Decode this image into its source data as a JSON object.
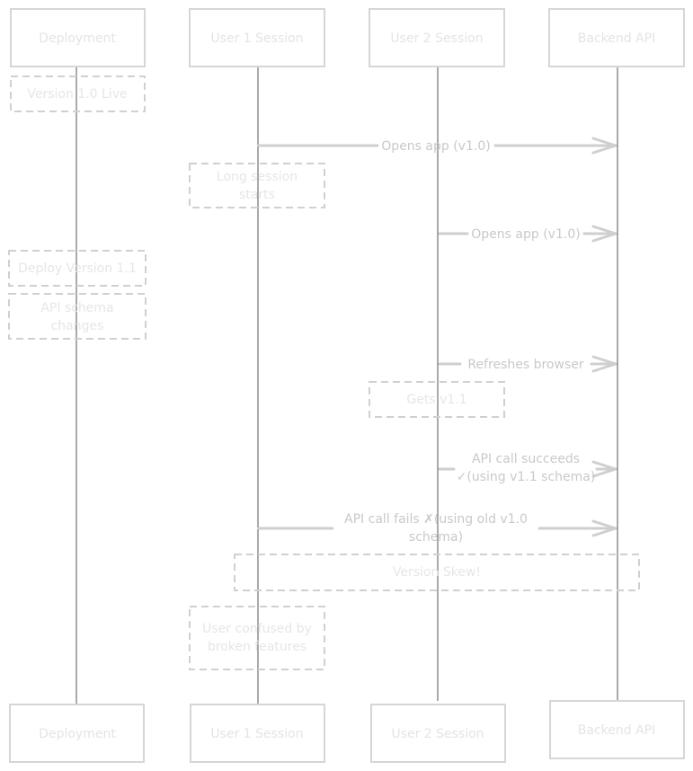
{
  "actors": {
    "deployment": "Deployment",
    "user1": "User 1 Session",
    "user2": "User 2 Session",
    "backend": "Backend API"
  },
  "notes": {
    "version_live": "Version 1.0 Live",
    "long_session_1": "Long session",
    "long_session_2": "starts",
    "deploy_version": "Deploy Version 1.1",
    "schema_changes_1": "API schema",
    "schema_changes_2": "changes",
    "gets_version": "Gets v1.1",
    "version_skew": "Version Skew!",
    "confused_1": "User confused by",
    "confused_2": "broken features"
  },
  "messages": {
    "user1_opens": "Opens app (v1.0)",
    "user2_opens": "Opens app (v1.0)",
    "user2_refresh": "Refreshes browser",
    "success_1": "API call succeeds",
    "success_2": "✓(using v1.1 schema)",
    "fail_1": "API call fails ✗(using old v1.0",
    "fail_2": "schema)"
  }
}
